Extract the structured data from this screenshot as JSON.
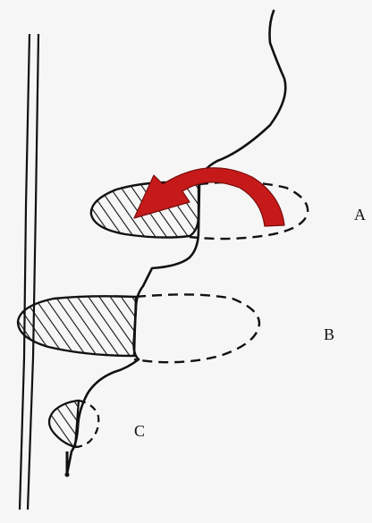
{
  "labels": {
    "a": "A",
    "b": "B",
    "c": "C"
  },
  "colors": {
    "background": "#f6f6f6",
    "ink": "#111111",
    "arrow_fill": "#c61a1a",
    "arrow_stroke": "#7a0c0c"
  },
  "icons": {
    "rotation_arrow": "curved-arrow-icon"
  }
}
